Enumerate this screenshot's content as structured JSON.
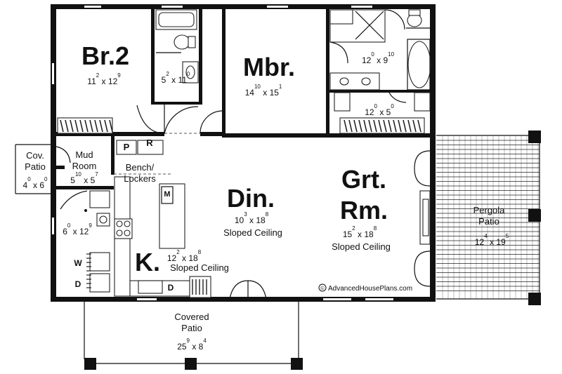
{
  "rooms": {
    "br2": {
      "name": "Br.2",
      "dim_w": "11",
      "dim_w_in": "2",
      "dim_l": "12",
      "dim_l_in": "9"
    },
    "mbr": {
      "name": "Mbr.",
      "dim_w": "14",
      "dim_w_in": "10",
      "dim_l": "15",
      "dim_l_in": "1"
    },
    "bath2": {
      "dim_w": "5",
      "dim_w_in": "2",
      "dim_l": "11",
      "dim_l_in": "0"
    },
    "mbath": {
      "dim_w": "12",
      "dim_w_in": "0",
      "dim_l": "9",
      "dim_l_in": "10"
    },
    "mcloset": {
      "dim_w": "12",
      "dim_w_in": "0",
      "dim_l": "5",
      "dim_l_in": "0"
    },
    "cov_patio": {
      "name_line1": "Cov.",
      "name_line2": "Patio",
      "dim_w": "4",
      "dim_w_in": "0",
      "dim_l": "6",
      "dim_l_in": "0"
    },
    "mud": {
      "name_line1": "Mud",
      "name_line2": "Room",
      "dim_w": "5",
      "dim_w_in": "10",
      "dim_l": "5",
      "dim_l_in": "7"
    },
    "bench": {
      "name_line1": "Bench/",
      "name_line2": "Lockers",
      "p": "P",
      "r": "R"
    },
    "laundry": {
      "dim_w": "6",
      "dim_w_in": "0",
      "dim_l": "12",
      "dim_l_in": "9",
      "washer": "W",
      "dryer": "D"
    },
    "din": {
      "name": "Din.",
      "dim_w": "10",
      "dim_w_in": "3",
      "dim_l": "18",
      "dim_l_in": "8",
      "note": "Sloped Ceiling"
    },
    "kitchen": {
      "name": "K.",
      "dim_w": "12",
      "dim_w_in": "2",
      "dim_l": "18",
      "dim_l_in": "8",
      "note": "Sloped Ceiling",
      "micro": "M",
      "dish": "D"
    },
    "grt": {
      "name_line1": "Grt.",
      "name_line2": "Rm.",
      "dim_w": "15",
      "dim_w_in": "2",
      "dim_l": "18",
      "dim_l_in": "8",
      "note": "Sloped Ceiling"
    },
    "pergola": {
      "name_line1": "Pergola",
      "name_line2": "Patio",
      "dim_w": "12",
      "dim_w_in": "4",
      "dim_l": "19",
      "dim_l_in": "5"
    },
    "covered": {
      "name_line1": "Covered",
      "name_line2": "Patio",
      "dim_w": "25",
      "dim_w_in": "9",
      "dim_l": "8",
      "dim_l_in": "4"
    }
  },
  "watermark": "AdvancedHousePlans.com",
  "watermark_symbol": "©"
}
